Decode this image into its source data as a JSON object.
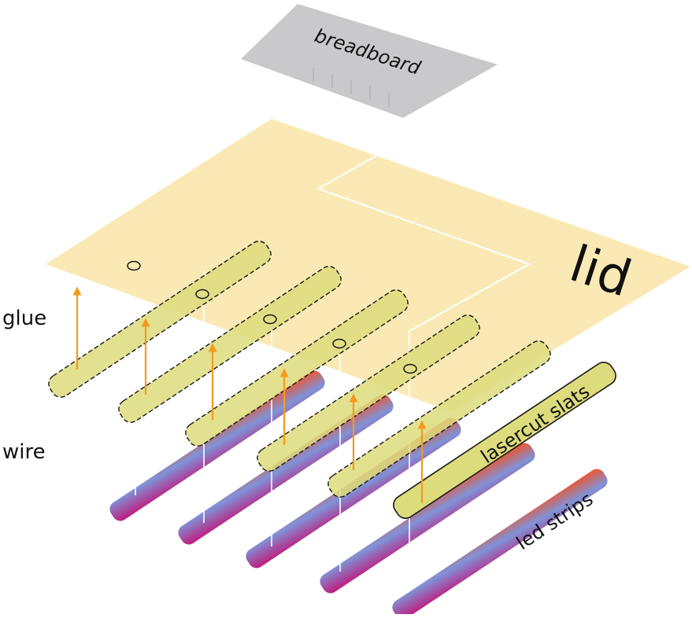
{
  "labels": {
    "breadboard": "breadboard",
    "lid": "lid",
    "glue": "glue",
    "wire": "wire",
    "lasercut_slats": "lasercut slats",
    "led_strips": "led strips"
  },
  "colors": {
    "breadboard": "#c9c9cb",
    "lid": "#fbe9b5",
    "slat_fill": "#dddc7c",
    "slat_outline": "#1a1a1a",
    "glue_arrow": "#f49a1c",
    "wire": "#ffffff",
    "led_gradient_start": "#c2187a",
    "led_gradient_mid": "#7f93d8",
    "led_gradient_end": "#f0542a",
    "label_text": "#111111"
  },
  "counts": {
    "slats": 6,
    "led_strips": 5
  }
}
